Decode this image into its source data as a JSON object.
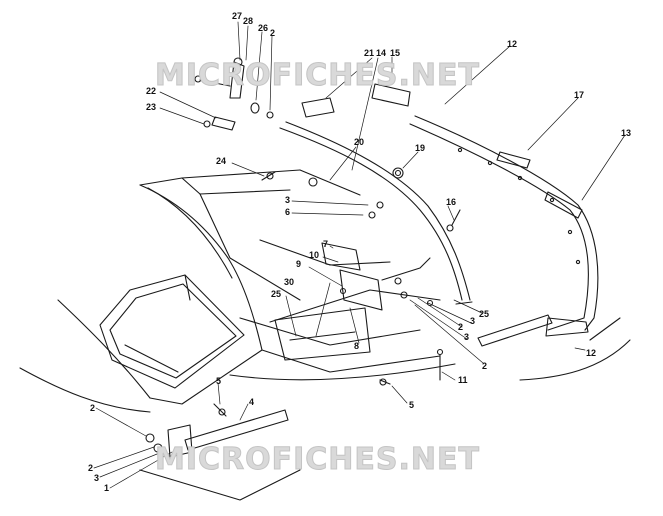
{
  "watermark": {
    "text": "MICROFICHES.NET"
  },
  "callouts": [
    {
      "id": "c27a",
      "text": "27"
    },
    {
      "id": "c28",
      "text": "28"
    },
    {
      "id": "c26",
      "text": "26"
    },
    {
      "id": "c2a",
      "text": "2"
    },
    {
      "id": "c21",
      "text": "21"
    },
    {
      "id": "c14",
      "text": "14"
    },
    {
      "id": "c15",
      "text": "15"
    },
    {
      "id": "c12a",
      "text": "12"
    },
    {
      "id": "c17",
      "text": "17"
    },
    {
      "id": "c13",
      "text": "13"
    },
    {
      "id": "c22",
      "text": "22"
    },
    {
      "id": "c23",
      "text": "23"
    },
    {
      "id": "c20",
      "text": "20"
    },
    {
      "id": "c19",
      "text": "19"
    },
    {
      "id": "c24",
      "text": "24"
    },
    {
      "id": "c3a",
      "text": "3"
    },
    {
      "id": "c6",
      "text": "6"
    },
    {
      "id": "c16",
      "text": "16"
    },
    {
      "id": "c7",
      "text": "7"
    },
    {
      "id": "c10",
      "text": "10"
    },
    {
      "id": "c9",
      "text": "9"
    },
    {
      "id": "c25a",
      "text": "25"
    },
    {
      "id": "c30",
      "text": "30"
    },
    {
      "id": "c25b",
      "text": "25"
    },
    {
      "id": "c2b",
      "text": "2"
    },
    {
      "id": "c3b",
      "text": "3"
    },
    {
      "id": "c3c",
      "text": "3"
    },
    {
      "id": "c8",
      "text": "8"
    },
    {
      "id": "c2c",
      "text": "2"
    },
    {
      "id": "c11",
      "text": "11"
    },
    {
      "id": "c12b",
      "text": "12"
    },
    {
      "id": "c5a",
      "text": "5"
    },
    {
      "id": "c5b",
      "text": "5"
    },
    {
      "id": "c4",
      "text": "4"
    },
    {
      "id": "c2d",
      "text": "2"
    },
    {
      "id": "c2e",
      "text": "2"
    },
    {
      "id": "c3d",
      "text": "3"
    },
    {
      "id": "c1",
      "text": "1"
    }
  ]
}
